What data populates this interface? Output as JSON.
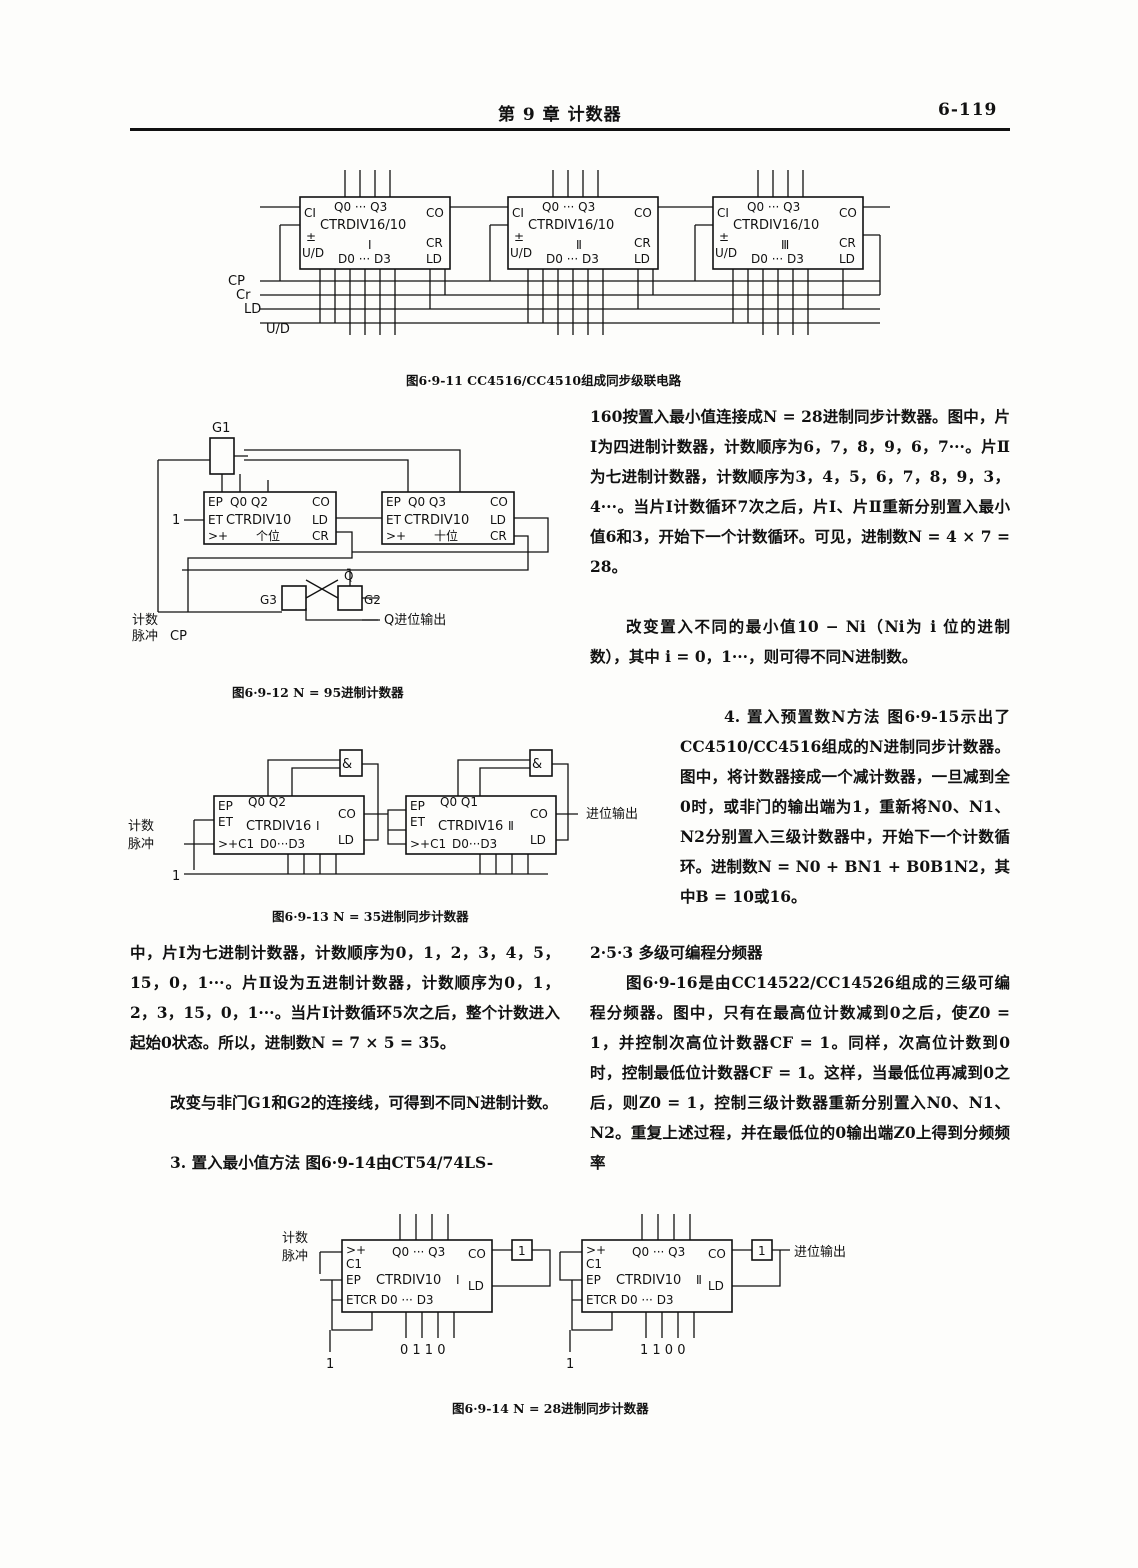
{
  "header": {
    "chapter": "第 9 章   计数器",
    "page_number": "6-119"
  },
  "fig11": {
    "caption": "图6·9-11   CC4516/CC4510组成同步级联电路",
    "chip_type": "CTRDIV16/10",
    "chips": [
      "Ⅰ",
      "Ⅱ",
      "Ⅲ"
    ],
    "pins": {
      "ci": "CI",
      "co": "CO",
      "q": "Q0 ··· Q3",
      "d": "D0 ··· D3",
      "pm": "±",
      "ud": "U/D",
      "cr": "CR",
      "ld": "LD"
    },
    "inputs": [
      "CP",
      "Cr",
      "LD",
      "U/D"
    ]
  },
  "fig12": {
    "caption": "图6·9-12    N = 95进制计数器",
    "chip_type": "CTRDIV10",
    "chip1_label": "个位",
    "chip2_label": "十位",
    "chip1_q": "Q0  Q2",
    "chip2_q": "Q0   Q3",
    "gate_labels": [
      "G1",
      "G3",
      "G2"
    ],
    "q_bar": "Q̄",
    "input_one": "1",
    "input_label_1": "计数",
    "input_label_2": "脉冲",
    "cp": "CP",
    "q_output": "Q进位输出"
  },
  "fig13": {
    "caption": "图6·9-13    N = 35进制同步计数器",
    "chip_type": "CTRDIV16",
    "chips": [
      "Ⅰ",
      "Ⅱ"
    ],
    "chip1_q": "Q0   Q2",
    "chip2_q": "Q0 Q1",
    "d_pins": "D0···D3",
    "input_label_1": "计数",
    "input_label_2": "脉冲",
    "input_one": "1",
    "output": "进位输出"
  },
  "fig14": {
    "caption": "图6·9-14    N = 28进制同步计数器",
    "chip_type": "CTRDIV10",
    "chips": [
      "Ⅰ",
      "Ⅱ"
    ],
    "input_label_1": "计数",
    "input_label_2": "脉冲",
    "chip1_preset": "0 1 1 0",
    "chip2_preset": "1 1 0 0",
    "ground_labels": [
      "1",
      "1"
    ],
    "inverter": "1",
    "output": "进位输出"
  },
  "text": {
    "right_col_1": "160按置入最小值连接成N = 28进制同步计数器。图中，片Ⅰ为四进制计数器，计数顺序为6，7，8，9，6，7···。片Ⅱ为七进制计数器，计数顺序为3，4，5，6，7，8，9，3，4···。当片Ⅰ计数循环7次之后，片Ⅰ、片Ⅱ重新分别置入最小值6和3，开始下一个计数循环。可见，进制数N = 4 × 7 = 28。",
    "right_col_2": "改变置入不同的最小值10 − Ni（Ni为 i 位的进制数），其中 i = 0，1···，则可得不同N进制数。",
    "right_col_3": "4. 置入预置数N方法   图6·9-15示出了CC4510/CC4516组成的N进制同步计数器。图中，将计数器接成一个减计数器，一旦减到全0时，或非门的输出端为1，重新将N0、N1、N2分别置入三级计数器中，开始下一个计数循环。进制数N = N0 + BN1 + B0B1N2，其中B = 10或16。",
    "section_heading": "2·5·3   多级可编程分频器",
    "right_col_4": "图6·9-16是由CC14522/CC14526组成的三级可编程分频器。图中，只有在最高位计数减到0之后，使Z0 = 1，并控制次高位计数器CF = 1。同样，次高位计数到0时，控制最低位计数器CF = 1。这样，当最低位再减到0之后，则Z0 = 1，控制三级计数器重新分别置入N0、N1、N2。重复上述过程，并在最低位的0输出端Z0上得到分频频率",
    "left_col_1": "中，片Ⅰ为七进制计数器，计数顺序为0，1，2，3，4，5，15，0，1···。片Ⅱ设为五进制计数器，计数顺序为0，1，2，3，15，0，1···。当片Ⅰ计数循环5次之后，整个计数进入起始0状态。所以，进制数N = 7 × 5 = 35。",
    "left_col_2": "改变与非门G1和G2的连接线，可得到不同N进制计数。",
    "left_col_3": "3. 置入最小值方法   图6·9-14由CT54/74LS-"
  }
}
